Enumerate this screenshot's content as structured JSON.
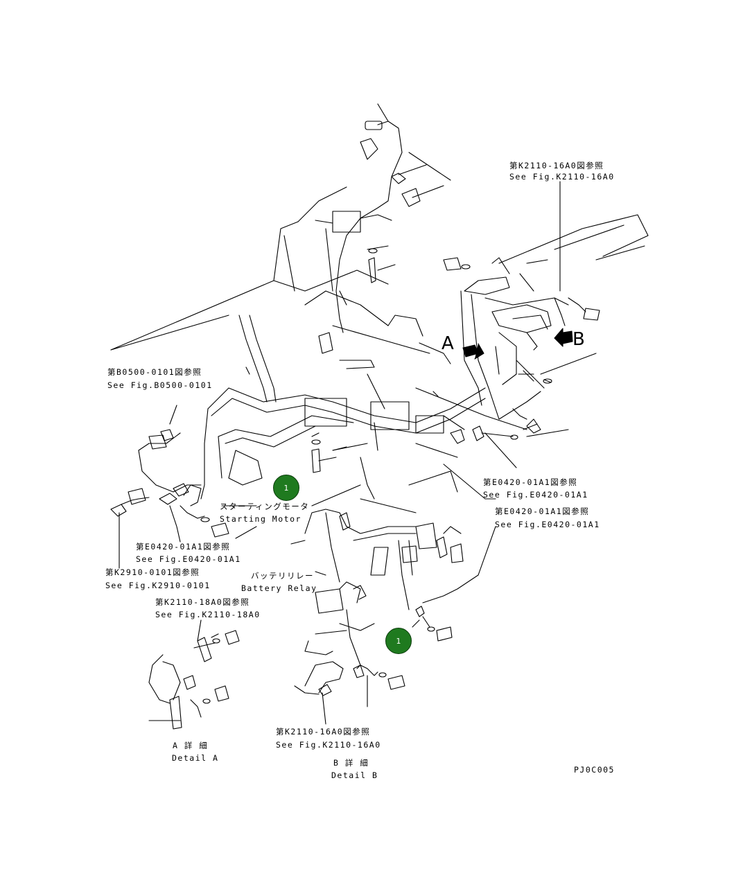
{
  "references": {
    "k2110_16a0_top": {
      "jp": "第K2110-16A0図参照",
      "en": "See Fig.K2110-16A0"
    },
    "b0500": {
      "jp": "第B0500-0101図参照",
      "en": "See Fig.B0500-0101"
    },
    "e0420_a": {
      "jp": "第E0420-01A1図参照",
      "en": "See Fig.E0420-01A1"
    },
    "e0420_b": {
      "jp": "第E0420-01A1図参照",
      "en": "See Fig.E0420-01A1"
    },
    "e0420_c": {
      "jp": "第E0420-01A1図参照",
      "en": "See Fig.E0420-01A1"
    },
    "k2910": {
      "jp": "第K2910-0101図参照",
      "en": "See Fig.K2910-0101"
    },
    "k2110_18a0": {
      "jp": "第K2110-18A0図参照",
      "en": "See Fig.K2110-18A0"
    },
    "k2110_16a0_bottom": {
      "jp": "第K2110-16A0図参照",
      "en": "See Fig.K2110-16A0"
    }
  },
  "components": {
    "starting_motor": {
      "jp": "スターティングモータ",
      "en": "Starting Motor"
    },
    "battery_relay": {
      "jp": "バッテリリレー",
      "en": "Battery Relay"
    }
  },
  "views": {
    "arrow_a": "A",
    "arrow_b": "B",
    "detail_a": {
      "jp": "A 詳 細",
      "en": "Detail A"
    },
    "detail_b": {
      "jp": "B 詳 細",
      "en": "Detail B"
    }
  },
  "callouts": {
    "c1": "1",
    "c2": "1"
  },
  "drawing_code": "PJ0C005",
  "colors": {
    "callout": "#1f7a1f",
    "line": "#000000"
  }
}
